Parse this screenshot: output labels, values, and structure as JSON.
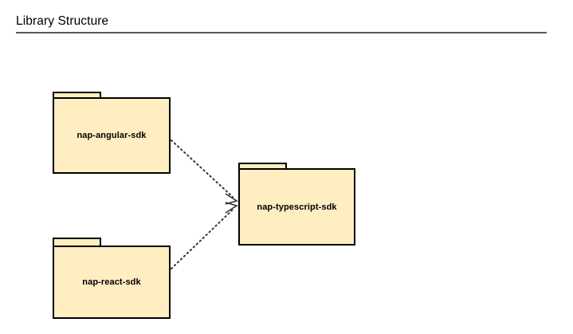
{
  "header": {
    "title": "Library Structure"
  },
  "diagram": {
    "type": "uml-package-diagram",
    "background_color": "#ffffff",
    "package_fill_color": "#ffeec2",
    "package_border_color": "#000000",
    "rule_color": "#595959",
    "edge_color": "#333333",
    "edge_style": "dotted",
    "packages": [
      {
        "id": "nap-angular-sdk",
        "label": "nap-angular-sdk"
      },
      {
        "id": "nap-react-sdk",
        "label": "nap-react-sdk"
      },
      {
        "id": "nap-typescript-sdk",
        "label": "nap-typescript-sdk"
      }
    ],
    "dependencies": [
      {
        "from": "nap-angular-sdk",
        "to": "nap-typescript-sdk",
        "arrow": "open"
      },
      {
        "from": "nap-react-sdk",
        "to": "nap-typescript-sdk",
        "arrow": "open"
      }
    ]
  }
}
